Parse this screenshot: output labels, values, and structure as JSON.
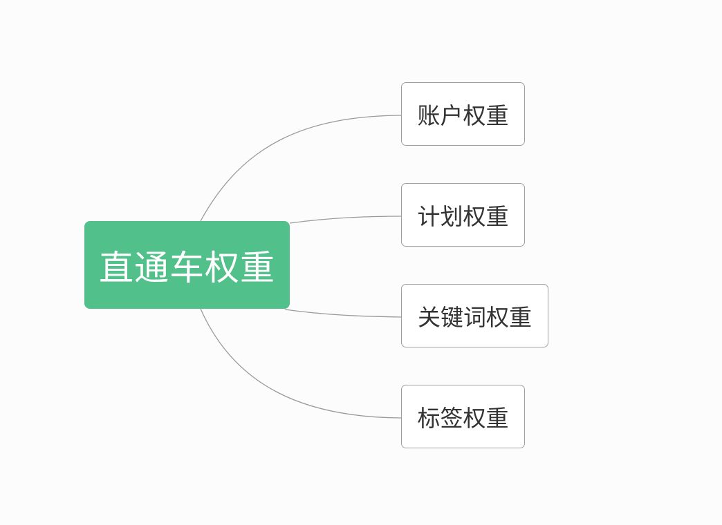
{
  "diagram": {
    "root": {
      "label": "直通车权重",
      "color": "#52c08a"
    },
    "children": [
      {
        "label": "账户权重"
      },
      {
        "label": "计划权重"
      },
      {
        "label": "关键词权重"
      },
      {
        "label": "标签权重"
      }
    ],
    "connector_color": "#9a9a9a",
    "node_border_color": "#9e9e9e"
  }
}
